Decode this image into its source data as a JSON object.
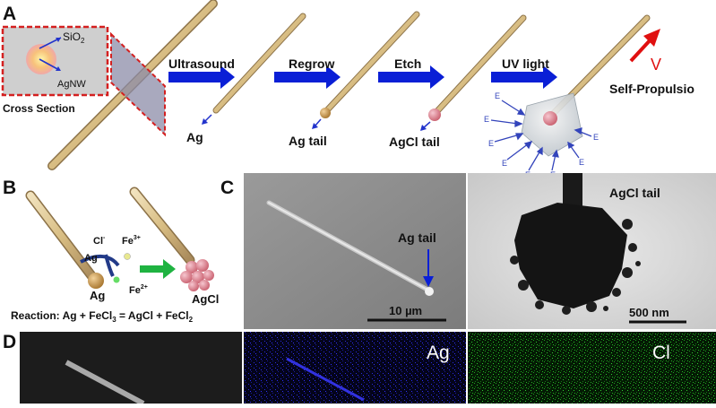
{
  "panels": {
    "a": "A",
    "b": "B",
    "c": "C",
    "d": "D"
  },
  "panel_a": {
    "sio2": "SiO",
    "sio2_sub": "2",
    "agnw": "AgNW",
    "cross_section": "Cross Section",
    "steps": [
      "Ultrasound",
      "Regrow",
      "Etch",
      "UV light"
    ],
    "ag": "Ag",
    "ag_tail": "Ag tail",
    "agcl_tail": "AgCl tail",
    "v": "V",
    "self_propulsion": "Self-Propulsio",
    "e_label": "E"
  },
  "panel_b": {
    "cl": "Cl",
    "cl_sup": "-",
    "fe3": "Fe",
    "fe3_sup": "3+",
    "fe2": "Fe",
    "fe2_sup": "2+",
    "ag_small": "Ag",
    "ag": "Ag",
    "agcl": "AgCl",
    "reaction": "Reaction: Ag + FeCl",
    "reaction_sub1": "3",
    "reaction_mid": " = AgCl +  FeCl",
    "reaction_sub2": "2"
  },
  "panel_c": {
    "ag_tail": "Ag tail",
    "scale_sem": "10 µm",
    "agcl_tail": "AgCl tail",
    "scale_tem": "500 nm"
  },
  "panel_d": {
    "ag": "Ag",
    "cl": "Cl"
  },
  "colors": {
    "arrow_blue": "#0a1fd6",
    "dashed_red": "#d42020",
    "green_arrow": "#1fb341",
    "red_arrow": "#e01010",
    "rod_tan": "#d9c08a"
  }
}
